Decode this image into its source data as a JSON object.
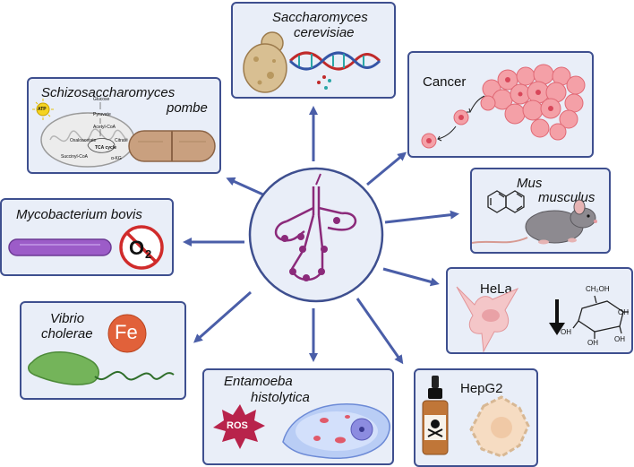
{
  "center": {
    "icon": "trna-icon"
  },
  "organisms": {
    "saccharomyces": {
      "line1": "Saccharomyces",
      "line2": "cerevisiae"
    },
    "schizo": {
      "line1": "Schizosaccharomyces",
      "line2": "pombe"
    },
    "cancer": {
      "label": "Cancer"
    },
    "mus": {
      "line1": "Mus",
      "line2": "musculus"
    },
    "myco": {
      "label": "Mycobacterium bovis",
      "o2_symbol": "O",
      "o2_sub": "2"
    },
    "hela": {
      "label": "HeLa",
      "glucose_ch2oh": "CH₂OH",
      "glucose_oh": "OH"
    },
    "vibrio": {
      "line1": "Vibrio",
      "line2": "cholerae",
      "fe": "Fe"
    },
    "entamoeba": {
      "line1": "Entamoeba",
      "line2": "histolytica",
      "ros": "ROS"
    },
    "hepg2": {
      "label": "HepG2"
    }
  },
  "tca_labels": {
    "glucose": "Glucose",
    "pyruvate": "Pyruvate",
    "acetyl": "Acetyl-CoA",
    "oxaloacetate": "Oxaloacetate",
    "citrate": "Citrate",
    "tca": "TCA cycle",
    "succinyl": "Succinyl-CoA",
    "akg": "α-KG",
    "atp": "ATP"
  },
  "colors": {
    "border": "#3e4f8f",
    "panel_bg": "#e9eef8",
    "arrow": "#4a5ea8",
    "trna": "#8b2a7a"
  }
}
